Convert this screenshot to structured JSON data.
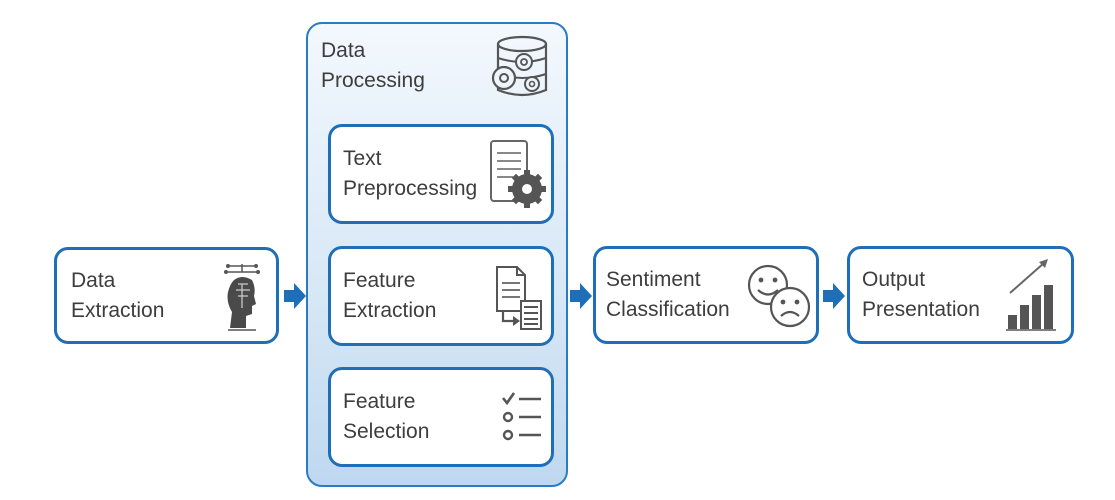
{
  "stages": {
    "extraction": {
      "line1": "Data",
      "line2": "Extraction",
      "icon": "head-circuit-icon"
    },
    "processing": {
      "line1": "Data",
      "line2": "Processing",
      "icon": "database-gears-icon"
    },
    "text_pre": {
      "line1": "Text",
      "line2": "Preprocessing",
      "icon": "document-gear-icon"
    },
    "feat_ext": {
      "line1": "Feature",
      "line2": "Extraction",
      "icon": "documents-transfer-icon"
    },
    "feat_sel": {
      "line1": "Feature",
      "line2": "Selection",
      "icon": "checklist-icon"
    },
    "sentiment": {
      "line1": "Sentiment",
      "line2": "Classification",
      "icon": "smiley-faces-icon"
    },
    "output": {
      "line1": "Output",
      "line2": "Presentation",
      "icon": "bar-chart-growth-icon"
    }
  },
  "colors": {
    "border": "#1f6fb8",
    "arrow": "#1f6fb8",
    "icon": "#555555",
    "group_fill": "#d6e7f6"
  }
}
